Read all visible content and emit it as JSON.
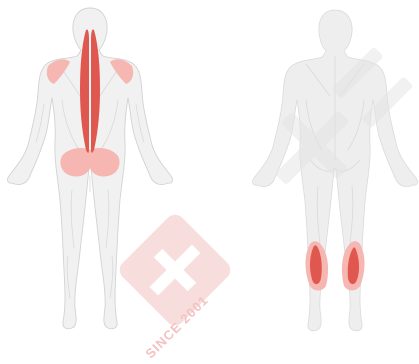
{
  "figure": {
    "views": [
      "back",
      "back"
    ],
    "left_figure": {
      "highlighted_muscles": [
        "erector-spinae",
        "posterior-deltoid",
        "gluteus"
      ]
    },
    "right_figure": {
      "highlighted_muscles": [
        "gastrocnemius"
      ]
    }
  },
  "colors": {
    "highlight_strong": "#e0574f",
    "highlight_light": "#f6b6b1",
    "body_fill": "#f1f1f1",
    "body_outline": "#d2d2d2"
  },
  "watermark": {
    "text": "SINCE 2001",
    "color": "#f3c2c2"
  }
}
